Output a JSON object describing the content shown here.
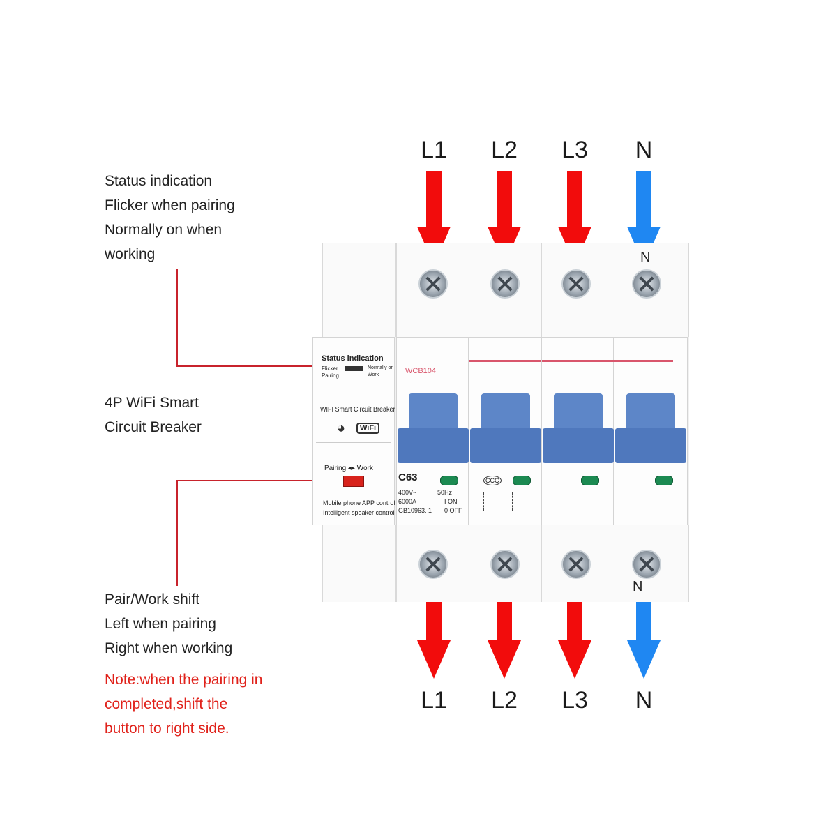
{
  "terminals": {
    "top": [
      "L1",
      "L2",
      "L3",
      "N"
    ],
    "bottom": [
      "L1",
      "L2",
      "L3",
      "N"
    ]
  },
  "arrow_colors": {
    "phase": "#f20c0c",
    "neutral": "#1f87f2"
  },
  "annotations": {
    "status": [
      "Status indication",
      "Flicker when pairing",
      "Normally on when",
      "working"
    ],
    "product": [
      "4P WiFi Smart",
      "Circuit Breaker"
    ],
    "switch": [
      "Pair/Work shift",
      "Left when pairing",
      "Right when working"
    ],
    "note": [
      "Note:when the pairing in",
      "completed,shift the",
      "button to right side."
    ]
  },
  "breaker": {
    "status_title": "Status indication",
    "flicker": "Flicker",
    "pairing": "Pairing",
    "normally_on": "Normally on",
    "work": "Work",
    "wifi_title": "WIFI Smart Circuit Breaker",
    "wifi_badge": "WiFi",
    "switch_label": "Pairing ◂▸ Work",
    "app_control": "Mobile phone APP control",
    "speaker_control": "Intelligent speaker control",
    "model": "WCB104",
    "rating": "C63",
    "voltage": "400V~",
    "freq": "50Hz",
    "breaking": "6000A",
    "standard": "GB10963. 1",
    "on_label": "I ON",
    "off_label": "0 OFF",
    "cert": "CCC",
    "neutral_mark": "N",
    "neutral_mark_bottom": "N"
  }
}
